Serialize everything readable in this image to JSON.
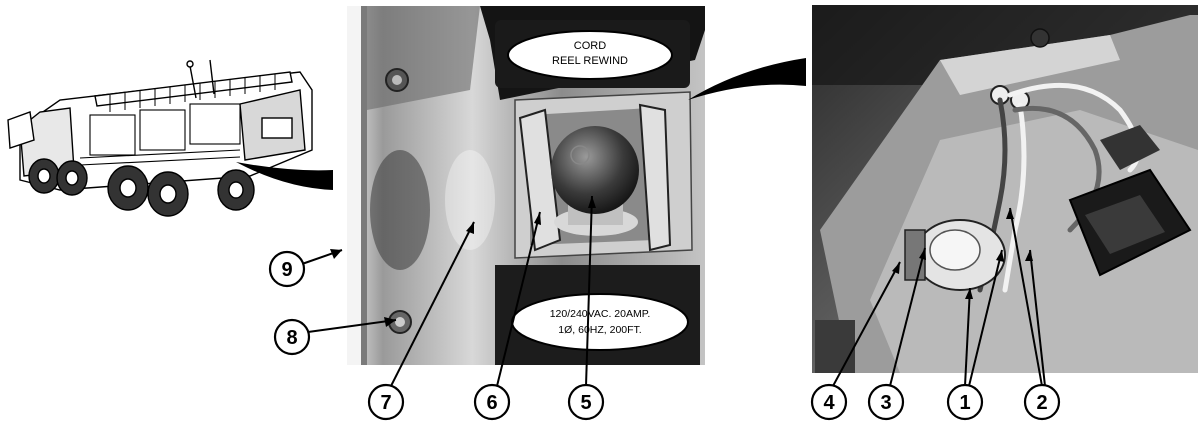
{
  "figure": {
    "truck_illustration": "fire-truck-line-drawing",
    "left_photo": {
      "plate_top": {
        "line1": "CORD",
        "line2": "REEL REWIND"
      },
      "plate_bottom": {
        "line1": "120/240VAC. 20AMP.",
        "line2": "1Ø, 60HZ, 200FT."
      }
    },
    "callouts": [
      "9",
      "8",
      "7",
      "6",
      "5",
      "4",
      "3",
      "1",
      "2"
    ]
  }
}
